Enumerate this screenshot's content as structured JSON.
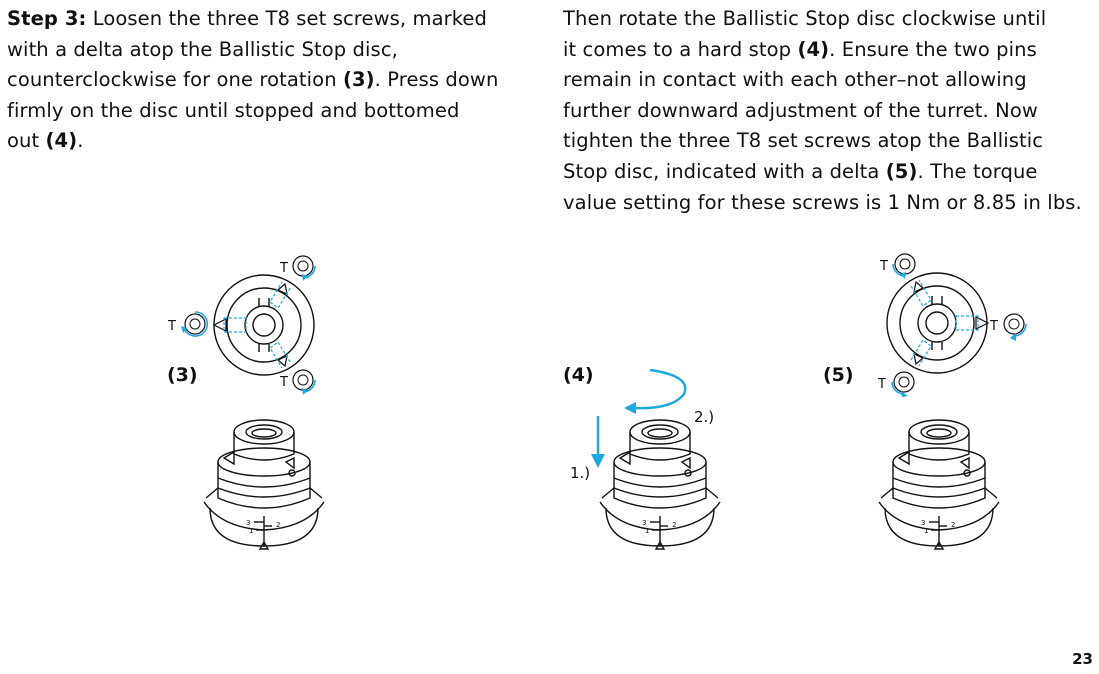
{
  "left_column": {
    "step_label": "Step 3:",
    "line1_rest": " Loosen the three T8 set screws, marked",
    "line2": "with a delta atop the Ballistic Stop disc,",
    "line3_start": "counterclockwise for one rotation ",
    "line3_bold": "(3)",
    "line3_end": ". Press down",
    "line4": "firmly on the disc until stopped and bottomed",
    "line5_start": "out ",
    "line5_bold": "(4)",
    "line5_end": "."
  },
  "right_column": {
    "line1": "Then rotate the Ballistic Stop disc clockwise until",
    "line2_start": "it comes to a hard stop ",
    "line2_bold": "(4)",
    "line2_end": ". Ensure the two pins",
    "line3": "remain in contact with each other–not allowing",
    "line4": "further downward adjustment of the turret. Now",
    "line5": "tighten the three T8 set screws atop the Ballistic",
    "line6_start": "Stop disc, indicated with a delta ",
    "line6_bold": "(5)",
    "line6_end": ". The torque",
    "line7": "value setting for these screws is 1 Nm or 8.85 in lbs."
  },
  "figures": {
    "fig3": {
      "label": "(3)",
      "torx_letter": "T"
    },
    "fig4": {
      "label": "(4)",
      "step1": "1.)",
      "step2": "2.)"
    },
    "fig5": {
      "label": "(5)",
      "torx_letter": "T"
    },
    "scale_marks": [
      "3",
      "2",
      "1"
    ]
  },
  "footer": {
    "page_number": "23"
  },
  "colors": {
    "accent_arrow": "#1ea8e0",
    "ink": "#111111"
  }
}
